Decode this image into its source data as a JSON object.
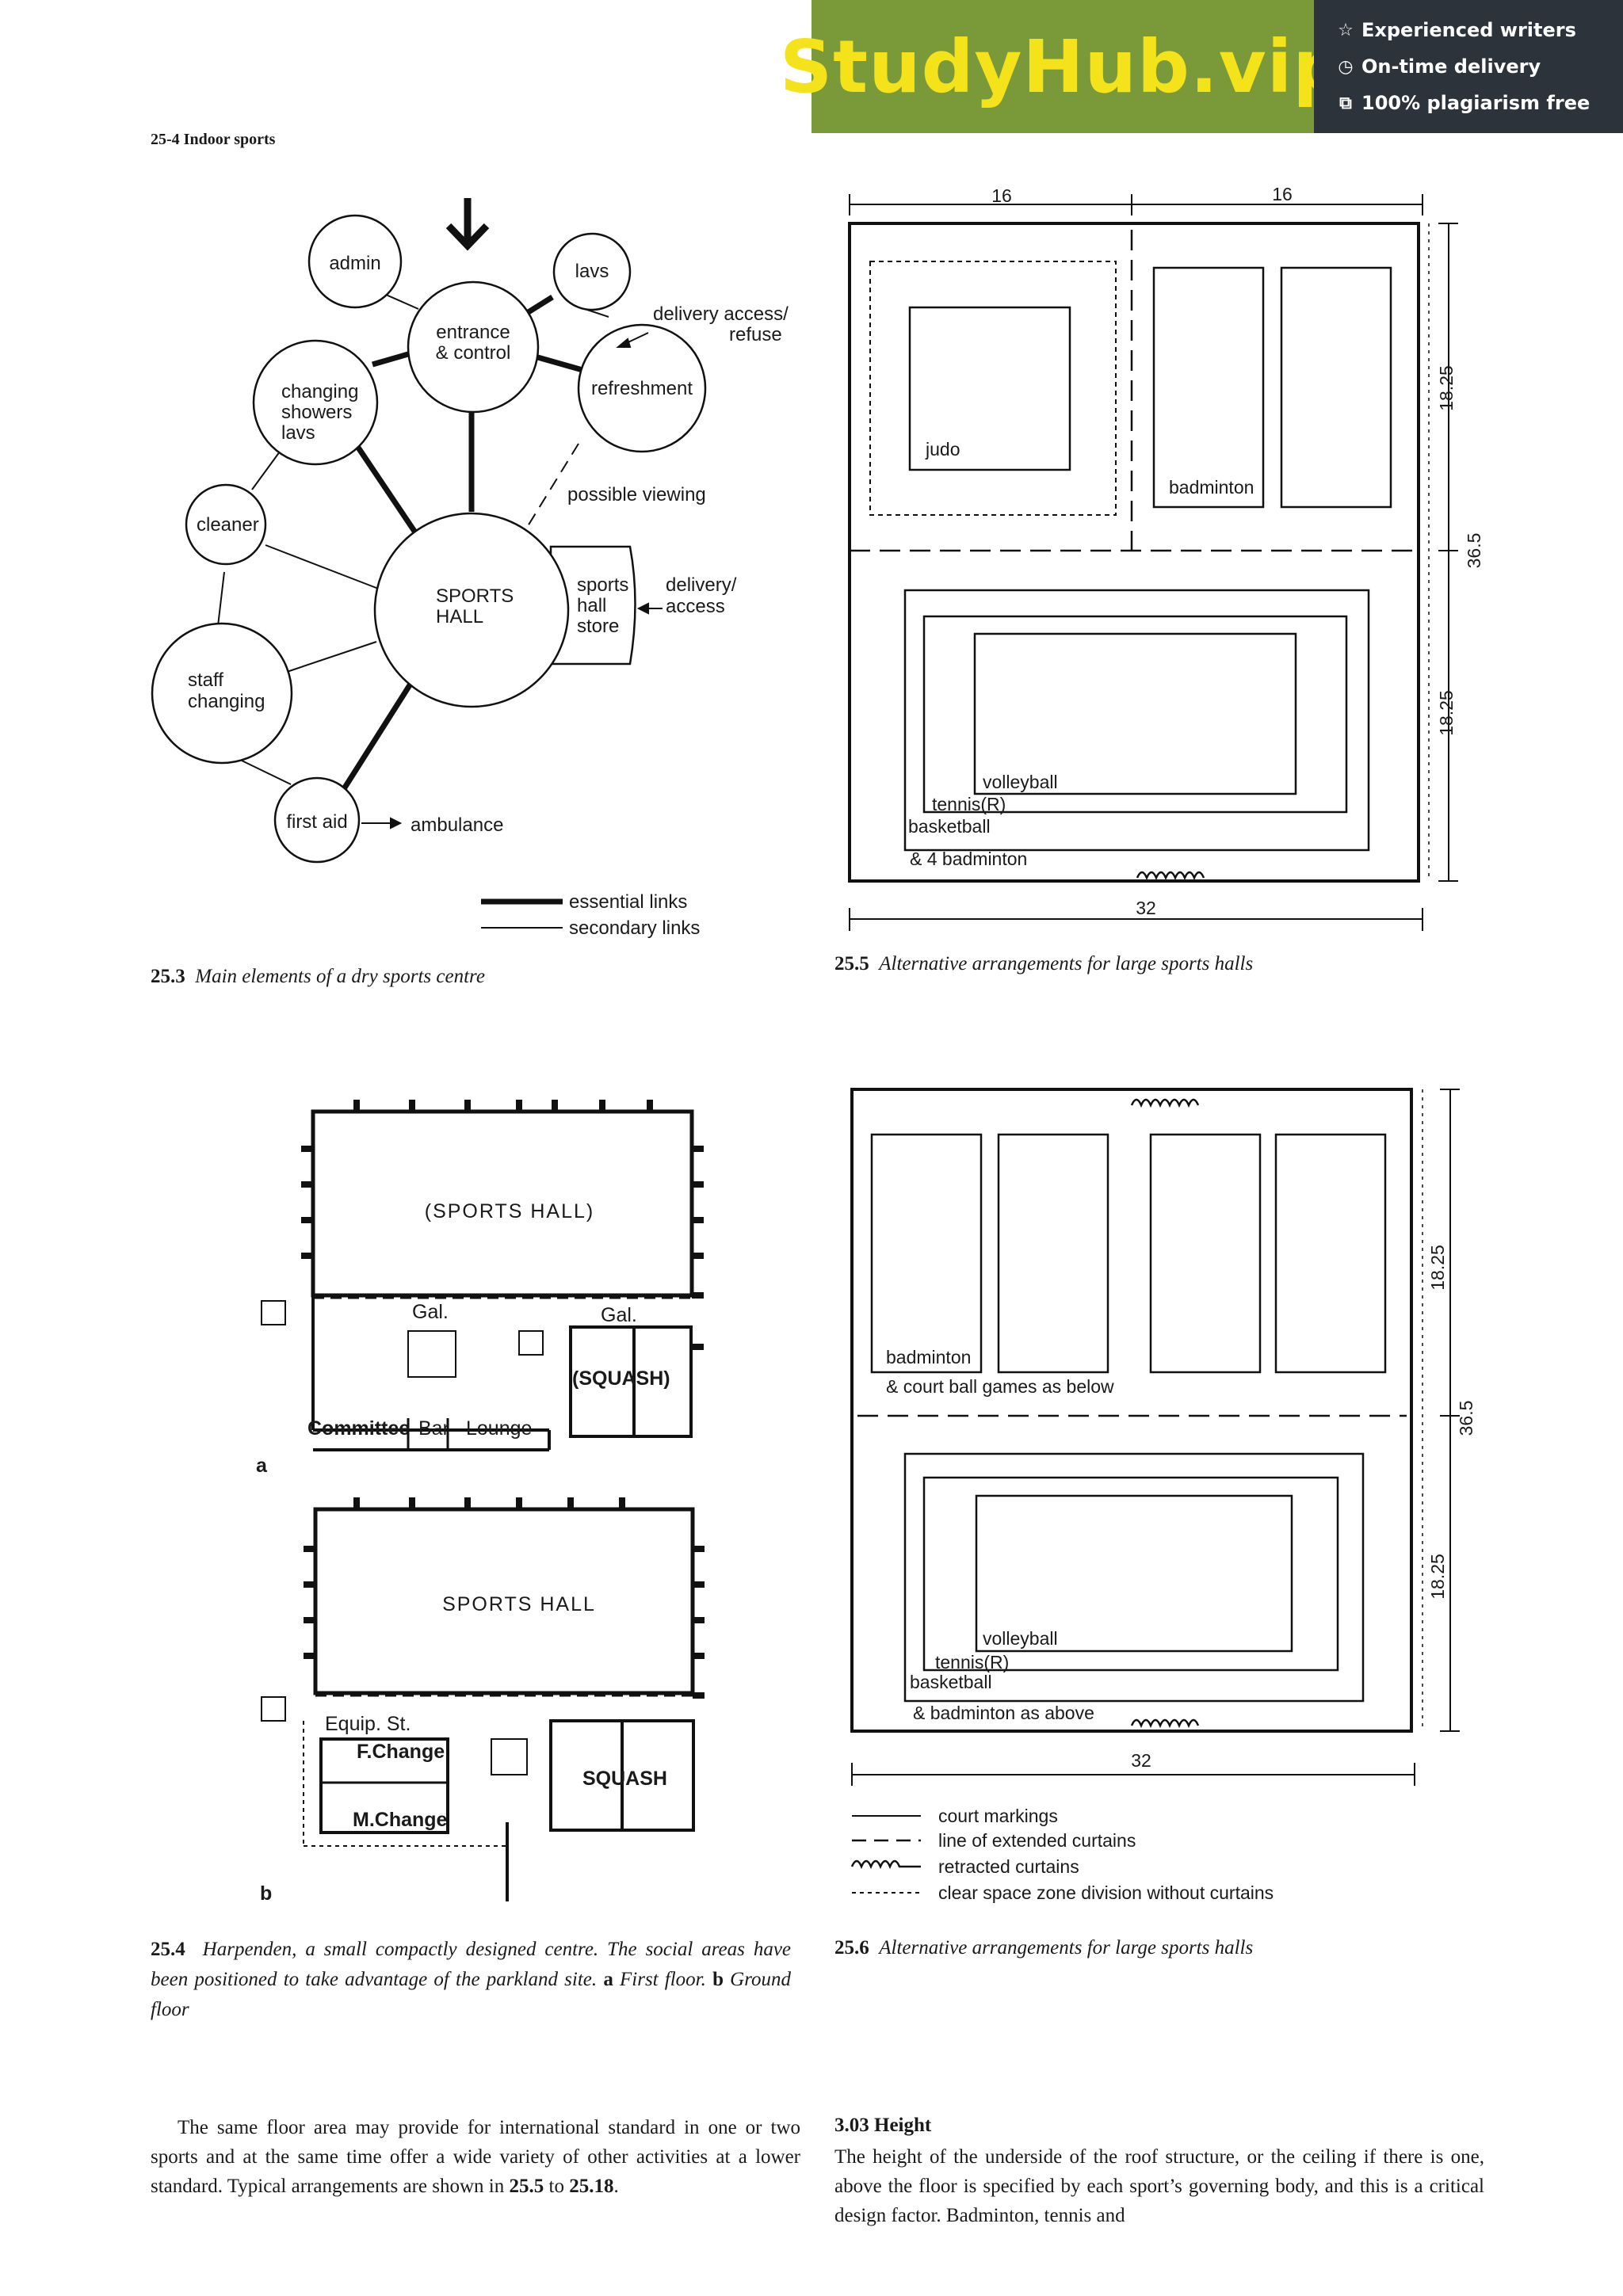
{
  "banner": {
    "logo": "StudyHub.vip",
    "features": [
      {
        "icon": "star-icon",
        "glyph": "☆",
        "text": "Experienced writers"
      },
      {
        "icon": "clock-icon",
        "glyph": "◷",
        "text": "On-time delivery"
      },
      {
        "icon": "copy-icon",
        "glyph": "⧉",
        "text": "100% plagiarism free"
      }
    ],
    "colors": {
      "green": "#7a9a3a",
      "yellow": "#f4e21b",
      "dark": "#2d333b"
    }
  },
  "running_head": "25-4 Indoor sports",
  "fig_25_3": {
    "caption_num": "25.3",
    "caption": "Main elements of a dry sports centre",
    "nodes": {
      "admin": "admin",
      "lavs": "lavs",
      "entrance": [
        "entrance",
        "& control"
      ],
      "refreshment": "refreshment",
      "changing": [
        "changing",
        "showers",
        "lavs"
      ],
      "cleaner": "cleaner",
      "sports_hall": [
        "SPORTS",
        "HALL"
      ],
      "store": [
        "sports",
        "hall",
        "store"
      ],
      "staff": [
        "staff",
        "changing"
      ],
      "first_aid": "first aid"
    },
    "labels": {
      "delivery_refuse": [
        "delivery access/",
        "refuse"
      ],
      "viewing": "possible viewing",
      "delivery_access": [
        "delivery/",
        "access"
      ],
      "ambulance": "ambulance"
    },
    "legend": {
      "essential": "essential links",
      "secondary": "secondary links"
    }
  },
  "fig_25_5": {
    "caption_num": "25.5",
    "caption": "Alternative arrangements for large sports halls",
    "dims": {
      "top_left": "16",
      "top_right": "16",
      "side_top": "18.25",
      "side_total": "36.5",
      "side_bottom": "18.25",
      "bottom": "32"
    },
    "labels": {
      "judo": "judo",
      "badminton": "badminton",
      "volleyball": "volleyball",
      "tennis": "tennis(R)",
      "basketball": "basketball",
      "four_badminton": "& 4 badminton"
    }
  },
  "fig_25_4": {
    "caption_num": "25.4",
    "caption": "Harpenden, a small compactly designed centre. The social areas have been positioned to take advantage of the parkland site.",
    "caption_a_label": "a",
    "caption_a": "First floor.",
    "caption_b_label": "b",
    "caption_b": "Ground floor",
    "plan_a": {
      "hall": "(SPORTS HALL)",
      "gal1": "Gal.",
      "gal2": "Gal.",
      "squash": "(SQUASH)",
      "committee": "Committee",
      "bar": "Bar",
      "lounge": "Lounge",
      "letter": "a"
    },
    "plan_b": {
      "hall": "SPORTS HALL",
      "equip": "Equip. St.",
      "fchange": "F.Change",
      "mchange": "M.Change",
      "squash": "SQUASH",
      "letter": "b"
    }
  },
  "fig_25_6": {
    "caption_num": "25.6",
    "caption": "Alternative arrangements for large sports halls",
    "dims": {
      "side_top": "18.25",
      "side_total": "36.5",
      "side_bottom": "18.25",
      "bottom": "32"
    },
    "labels": {
      "badminton": "badminton",
      "court_ball": "& court ball games as below",
      "volleyball": "volleyball",
      "tennis": "tennis(R)",
      "basketball": "basketball",
      "badminton_above": "& badminton as above"
    },
    "legend": {
      "court": "court markings",
      "extended": "line of extended curtains",
      "retracted": "retracted curtains",
      "clear": "clear space zone division without curtains"
    }
  },
  "body_left": {
    "text": "The same floor area may provide for international standard in one or two sports and at the same time offer a wide variety of other activities at a lower standard. Typical arrangements are shown in",
    "ref1": "25.5",
    "to": "to",
    "ref2": "25.18",
    "end": "."
  },
  "section_3_03": {
    "heading": "3.03 Height",
    "text": "The height of the underside of the roof structure, or the ceiling if there is one, above the floor is specified by each sport’s governing body, and this is a critical design factor. Badminton, tennis and"
  }
}
